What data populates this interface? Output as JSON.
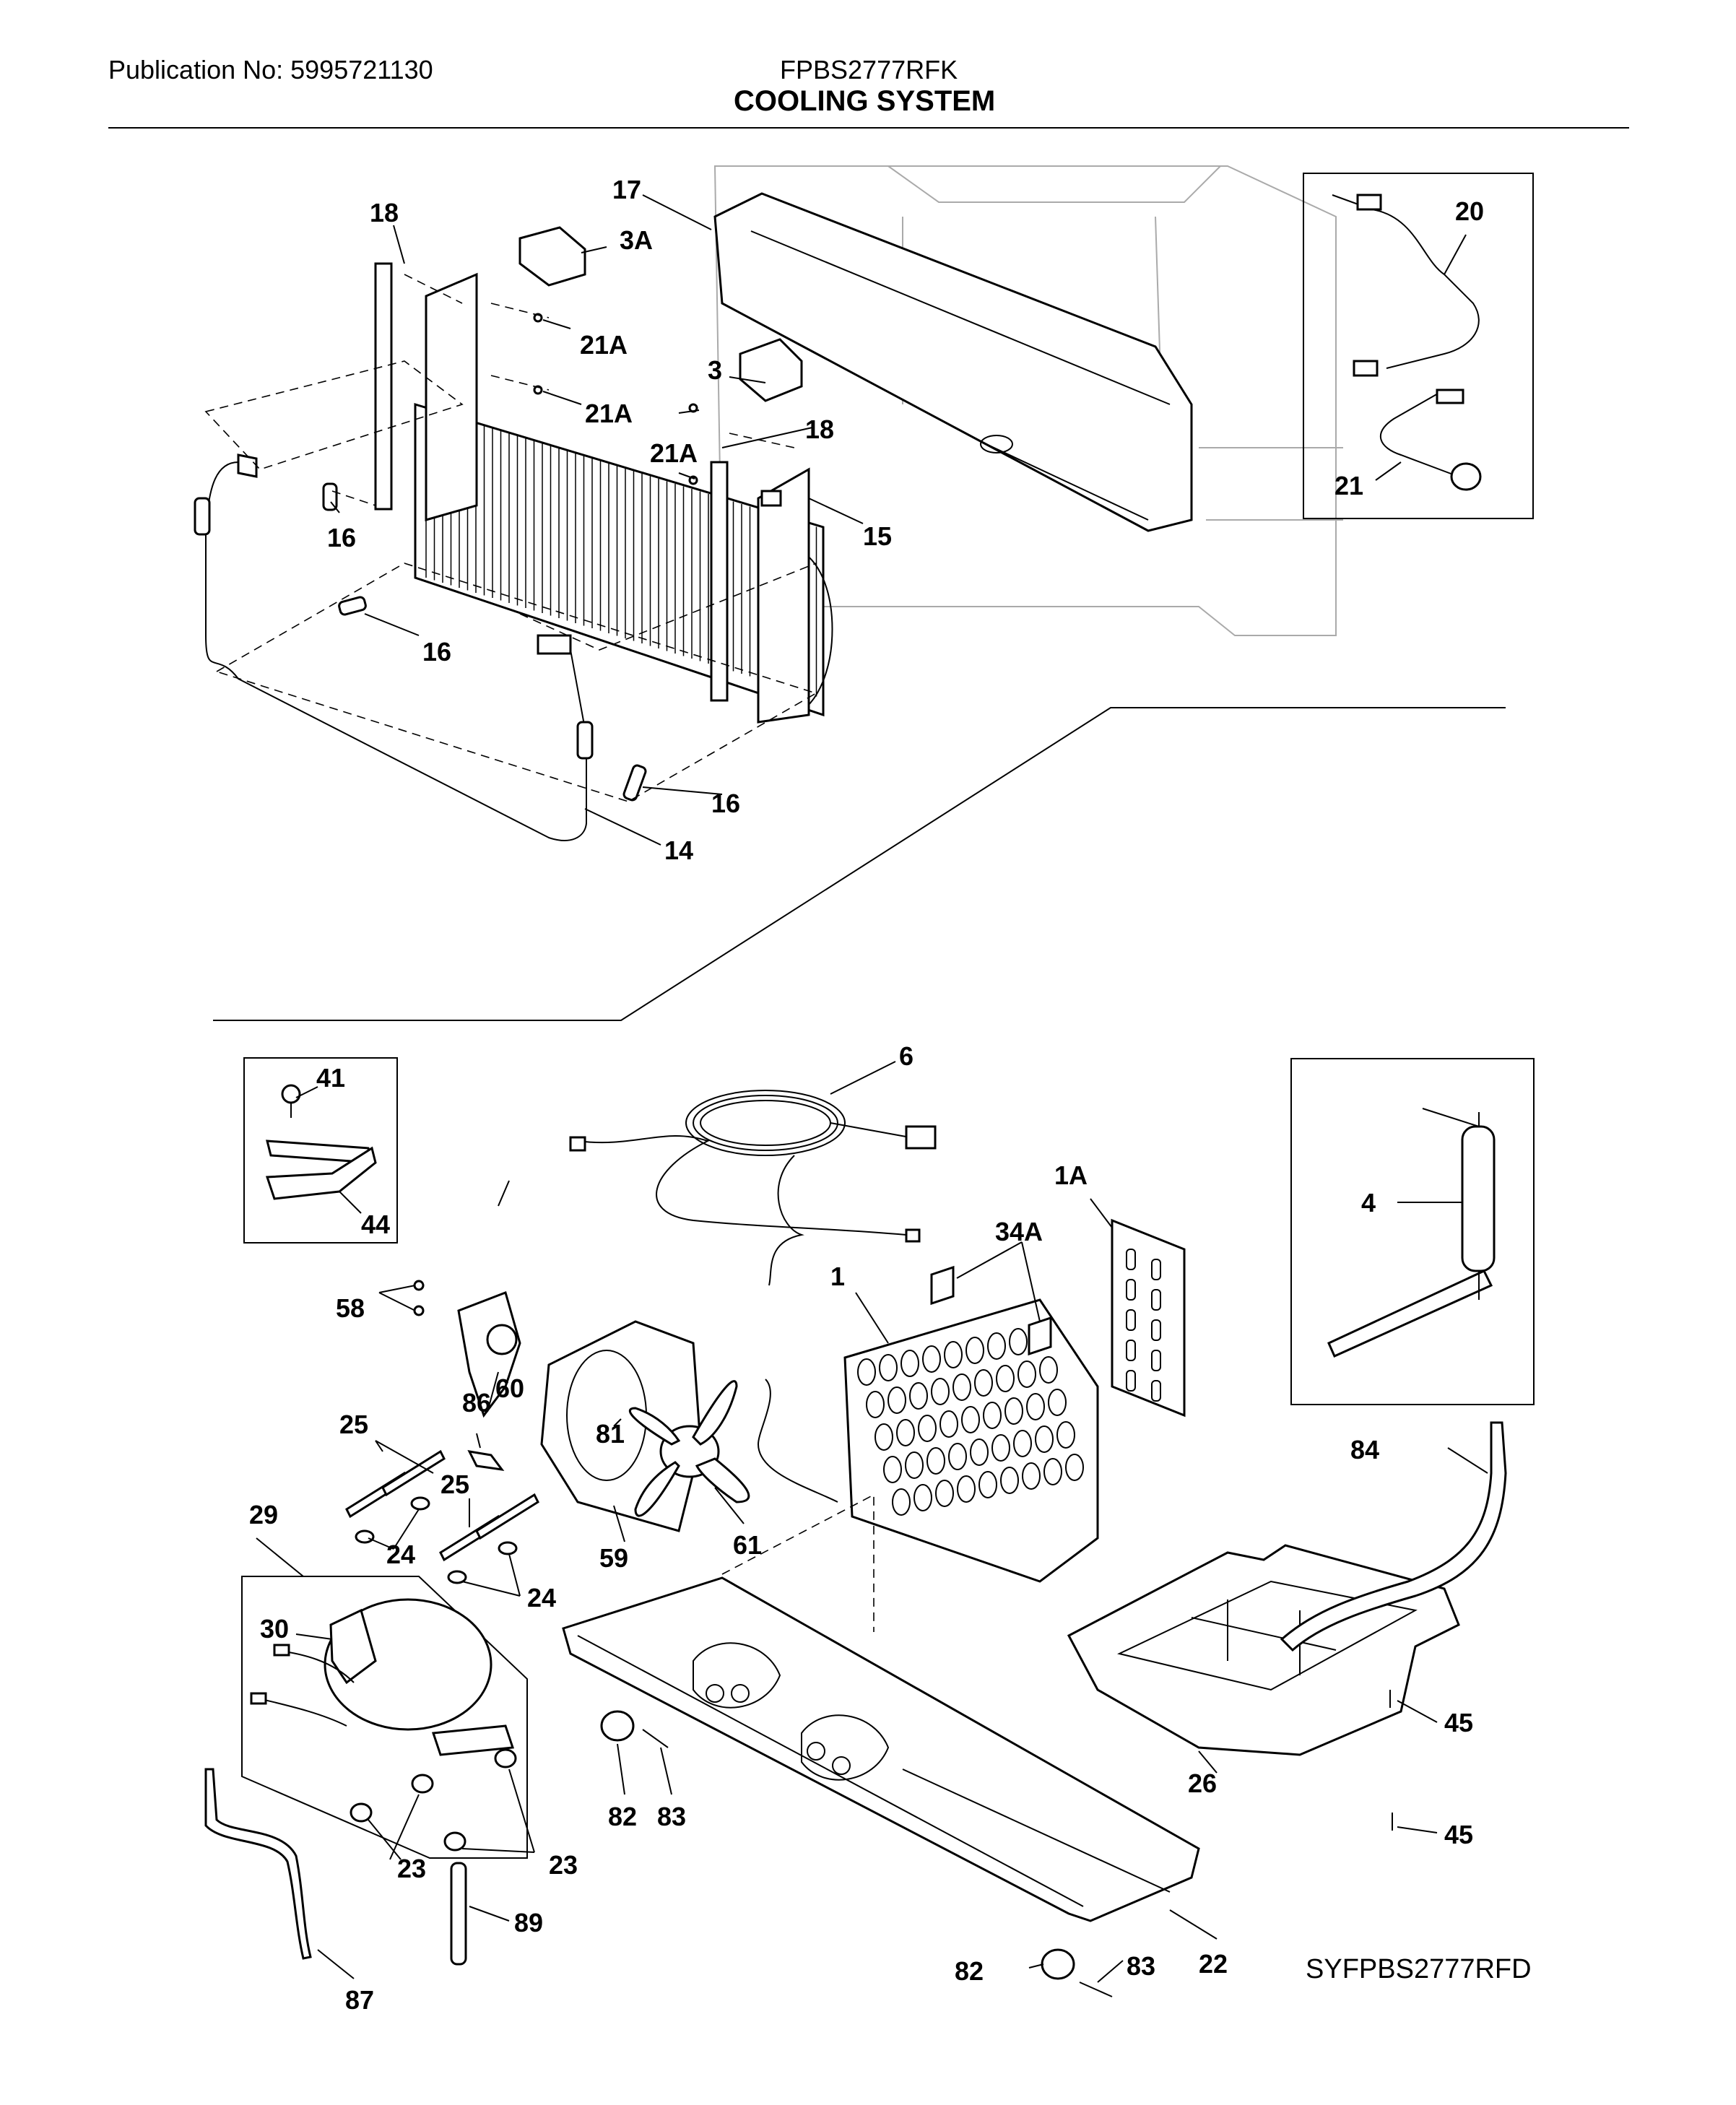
{
  "header": {
    "publication": "Publication No: 5995721130",
    "model": "FPBS2777RFK",
    "section_title": "COOLING SYSTEM"
  },
  "diagram_code": "SYFPBS2777RFD",
  "part_labels": {
    "p18a": "18",
    "p17": "17",
    "p3a": "3A",
    "p21a_1": "21A",
    "p3": "3",
    "p21a_2": "21A",
    "p18b": "18",
    "p21a_3": "21A",
    "p15": "15",
    "p16a": "16",
    "p16b": "16",
    "p16c": "16",
    "p14": "14",
    "p20": "20",
    "p21": "21",
    "p41": "41",
    "p44": "44",
    "p6": "6",
    "p1a": "1A",
    "p34a": "34A",
    "p4": "4",
    "p1": "1",
    "p58": "58",
    "p60": "60",
    "p86": "86",
    "p81": "81",
    "p25a": "25",
    "p25b": "25",
    "p29": "29",
    "p24a": "24",
    "p24b": "24",
    "p59": "59",
    "p61": "61",
    "p84": "84",
    "p30": "30",
    "p45a": "45",
    "p45b": "45",
    "p26": "26",
    "p82a": "82",
    "p83a": "83",
    "p23a": "23",
    "p23b": "23",
    "p22": "22",
    "p87": "87",
    "p89": "89",
    "p82b": "82",
    "p83b": "83"
  }
}
